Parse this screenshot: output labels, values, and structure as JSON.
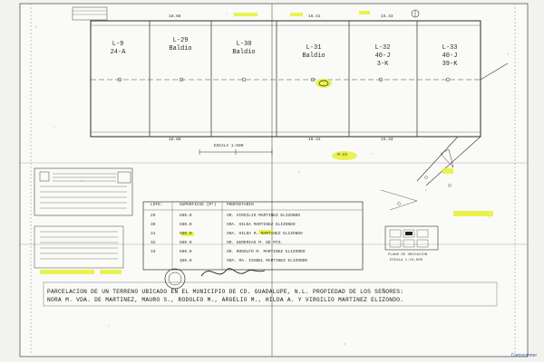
{
  "lots": [
    {
      "lines": [
        "L-9",
        "24-A"
      ]
    },
    {
      "lines": [
        "L-29",
        "Baldio"
      ]
    },
    {
      "lines": [
        "L-30",
        "Baldio"
      ]
    },
    {
      "lines": [
        "L-31",
        "Baldio"
      ]
    },
    {
      "lines": [
        "L-32",
        "40-J",
        "3-K"
      ]
    },
    {
      "lines": [
        "L-33",
        "40-J",
        "39-K"
      ]
    }
  ],
  "dimensions": {
    "top_a": "18.68",
    "top_b": "16.41",
    "top_c": "15.43",
    "bottom_a": "18.68",
    "bottom_b": "16.41",
    "bottom_c": "15.43"
  },
  "scale_label": "ESCALA 1:500",
  "highlight_label": "M-23",
  "table_headers": {
    "lote": "LOTE:",
    "superficie": "SUPERFICIE (M²)",
    "propietario": "PROPIETARIO"
  },
  "table_rows": [
    {
      "lote": "29",
      "sup": "680.0",
      "owner": "SR. VIRGILIO MARTINEZ ELIZONDO"
    },
    {
      "lote": "30",
      "sup": "680.0",
      "owner": "SRA. HILDA MARTINEZ ELIZONDO"
    },
    {
      "lote": "31",
      "sup": "680.0",
      "owner": "SRA. HILDA M. MARTINEZ ELIZONDO"
    },
    {
      "lote": "32",
      "sup": "680.0",
      "owner": "SR. GEREMIAS M. DE MTZ."
    },
    {
      "lote": "33",
      "sup": "680.0",
      "owner": "SR. RODOLFO M. MARTINEZ ELIZONDO"
    },
    {
      "lote": "",
      "sup": "380.0",
      "owner": "SRA. MA. ISABEL MARTINEZ ELIZONDO"
    }
  ],
  "location_title": "PLANO DE UBICACION",
  "location_scale": "ESCALA 1:10,000",
  "caption_lines": [
    "PARCELACION DE UN TERRENO UBICADO EN EL MUNICIPIO DE CD. GUADALUPE, N.L. PROPIEDAD DE LOS SEÑORES:",
    "NORA M. VDA. DE MARTINEZ, MAURO S., RODOLFO M., ARGELIO M., HILDA A. Y VIRGILIO MARTINEZ ELIZONDO."
  ],
  "watermark": "Camscanner"
}
